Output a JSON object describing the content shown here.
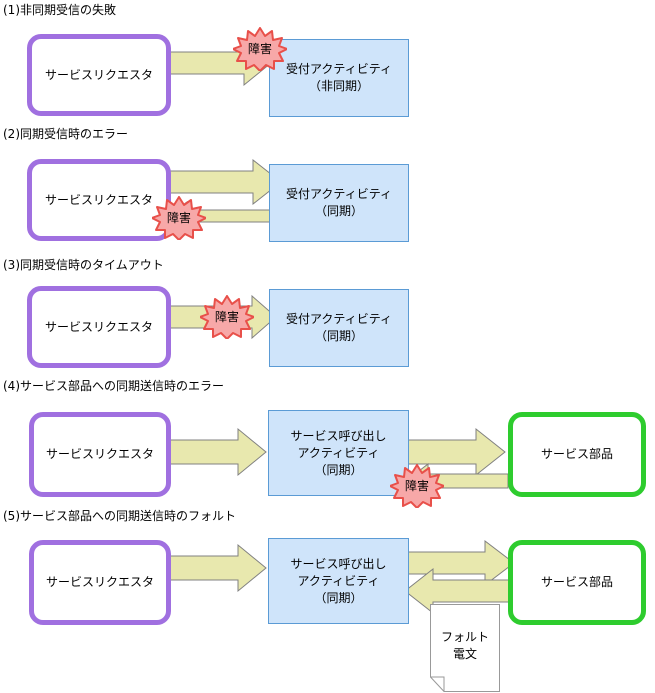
{
  "diagram": {
    "title_prefix_style": "numbered",
    "colors": {
      "requester_border": "#a070e0",
      "activity_border": "#5b9bd5",
      "activity_fill": "#cfe4fa",
      "component_border": "#2ecc2e",
      "arrow_fill": "#e8e8ae",
      "arrow_stroke": "#808080",
      "burst_fill": "#f7a8a8",
      "burst_stroke": "#e8504a",
      "document_stroke": "#999999",
      "document_fill": "#ffffff",
      "text": "#000000",
      "background": "#ffffff"
    },
    "labels": {
      "requester": "サービスリクエスタ",
      "receive_activity_async": "受付アクティビティ\n（非同期）",
      "receive_activity_sync": "受付アクティビティ\n（同期）",
      "call_activity_sync": "サービス呼び出し\nアクティビティ\n（同期）",
      "service_component": "サービス部品",
      "fault": "障害",
      "fault_message": "フォルト\n電文"
    },
    "sections": [
      {
        "id": "s1",
        "number": "(1)",
        "title": "(1)非同期受信の失敗",
        "boxes": [
          {
            "name": "requester",
            "label": "サービスリクエスタ"
          },
          {
            "name": "receive-activity-async",
            "label": "受付アクティビティ\n（非同期）"
          }
        ],
        "arrows": [
          {
            "name": "request-arrow",
            "direction": "right"
          }
        ],
        "bursts": [
          {
            "name": "fault-burst",
            "label": "障害"
          }
        ]
      },
      {
        "id": "s2",
        "number": "(2)",
        "title": "(2)同期受信時のエラー",
        "boxes": [
          {
            "name": "requester",
            "label": "サービスリクエスタ"
          },
          {
            "name": "receive-activity-sync",
            "label": "受付アクティビティ\n（同期）"
          }
        ],
        "arrows": [
          {
            "name": "request-arrow",
            "direction": "right"
          },
          {
            "name": "response-arrow",
            "direction": "left"
          }
        ],
        "bursts": [
          {
            "name": "fault-burst",
            "label": "障害"
          }
        ]
      },
      {
        "id": "s3",
        "number": "(3)",
        "title": "(3)同期受信時のタイムアウト",
        "boxes": [
          {
            "name": "requester",
            "label": "サービスリクエスタ"
          },
          {
            "name": "receive-activity-sync",
            "label": "受付アクティビティ\n（同期）"
          }
        ],
        "arrows": [
          {
            "name": "request-arrow",
            "direction": "right"
          }
        ],
        "bursts": [
          {
            "name": "fault-burst",
            "label": "障害"
          }
        ]
      },
      {
        "id": "s4",
        "number": "(4)",
        "title": "(4)サービス部品への同期送信時のエラー",
        "boxes": [
          {
            "name": "requester",
            "label": "サービスリクエスタ"
          },
          {
            "name": "call-activity-sync",
            "label": "サービス呼び出し\nアクティビティ\n（同期）"
          },
          {
            "name": "service-component",
            "label": "サービス部品"
          }
        ],
        "arrows": [
          {
            "name": "request-arrow",
            "direction": "right"
          },
          {
            "name": "call-arrow",
            "direction": "right"
          },
          {
            "name": "response-arrow",
            "direction": "left"
          }
        ],
        "bursts": [
          {
            "name": "fault-burst",
            "label": "障害"
          }
        ]
      },
      {
        "id": "s5",
        "number": "(5)",
        "title": "(5)サービス部品への同期送信時のフォルト",
        "boxes": [
          {
            "name": "requester",
            "label": "サービスリクエスタ"
          },
          {
            "name": "call-activity-sync",
            "label": "サービス呼び出し\nアクティビティ\n（同期）"
          },
          {
            "name": "service-component",
            "label": "サービス部品"
          }
        ],
        "arrows": [
          {
            "name": "request-arrow",
            "direction": "right"
          },
          {
            "name": "call-arrow",
            "direction": "right"
          },
          {
            "name": "fault-response-arrow",
            "direction": "left"
          }
        ],
        "documents": [
          {
            "name": "fault-message-document",
            "label": "フォルト\n電文"
          }
        ]
      }
    ]
  }
}
